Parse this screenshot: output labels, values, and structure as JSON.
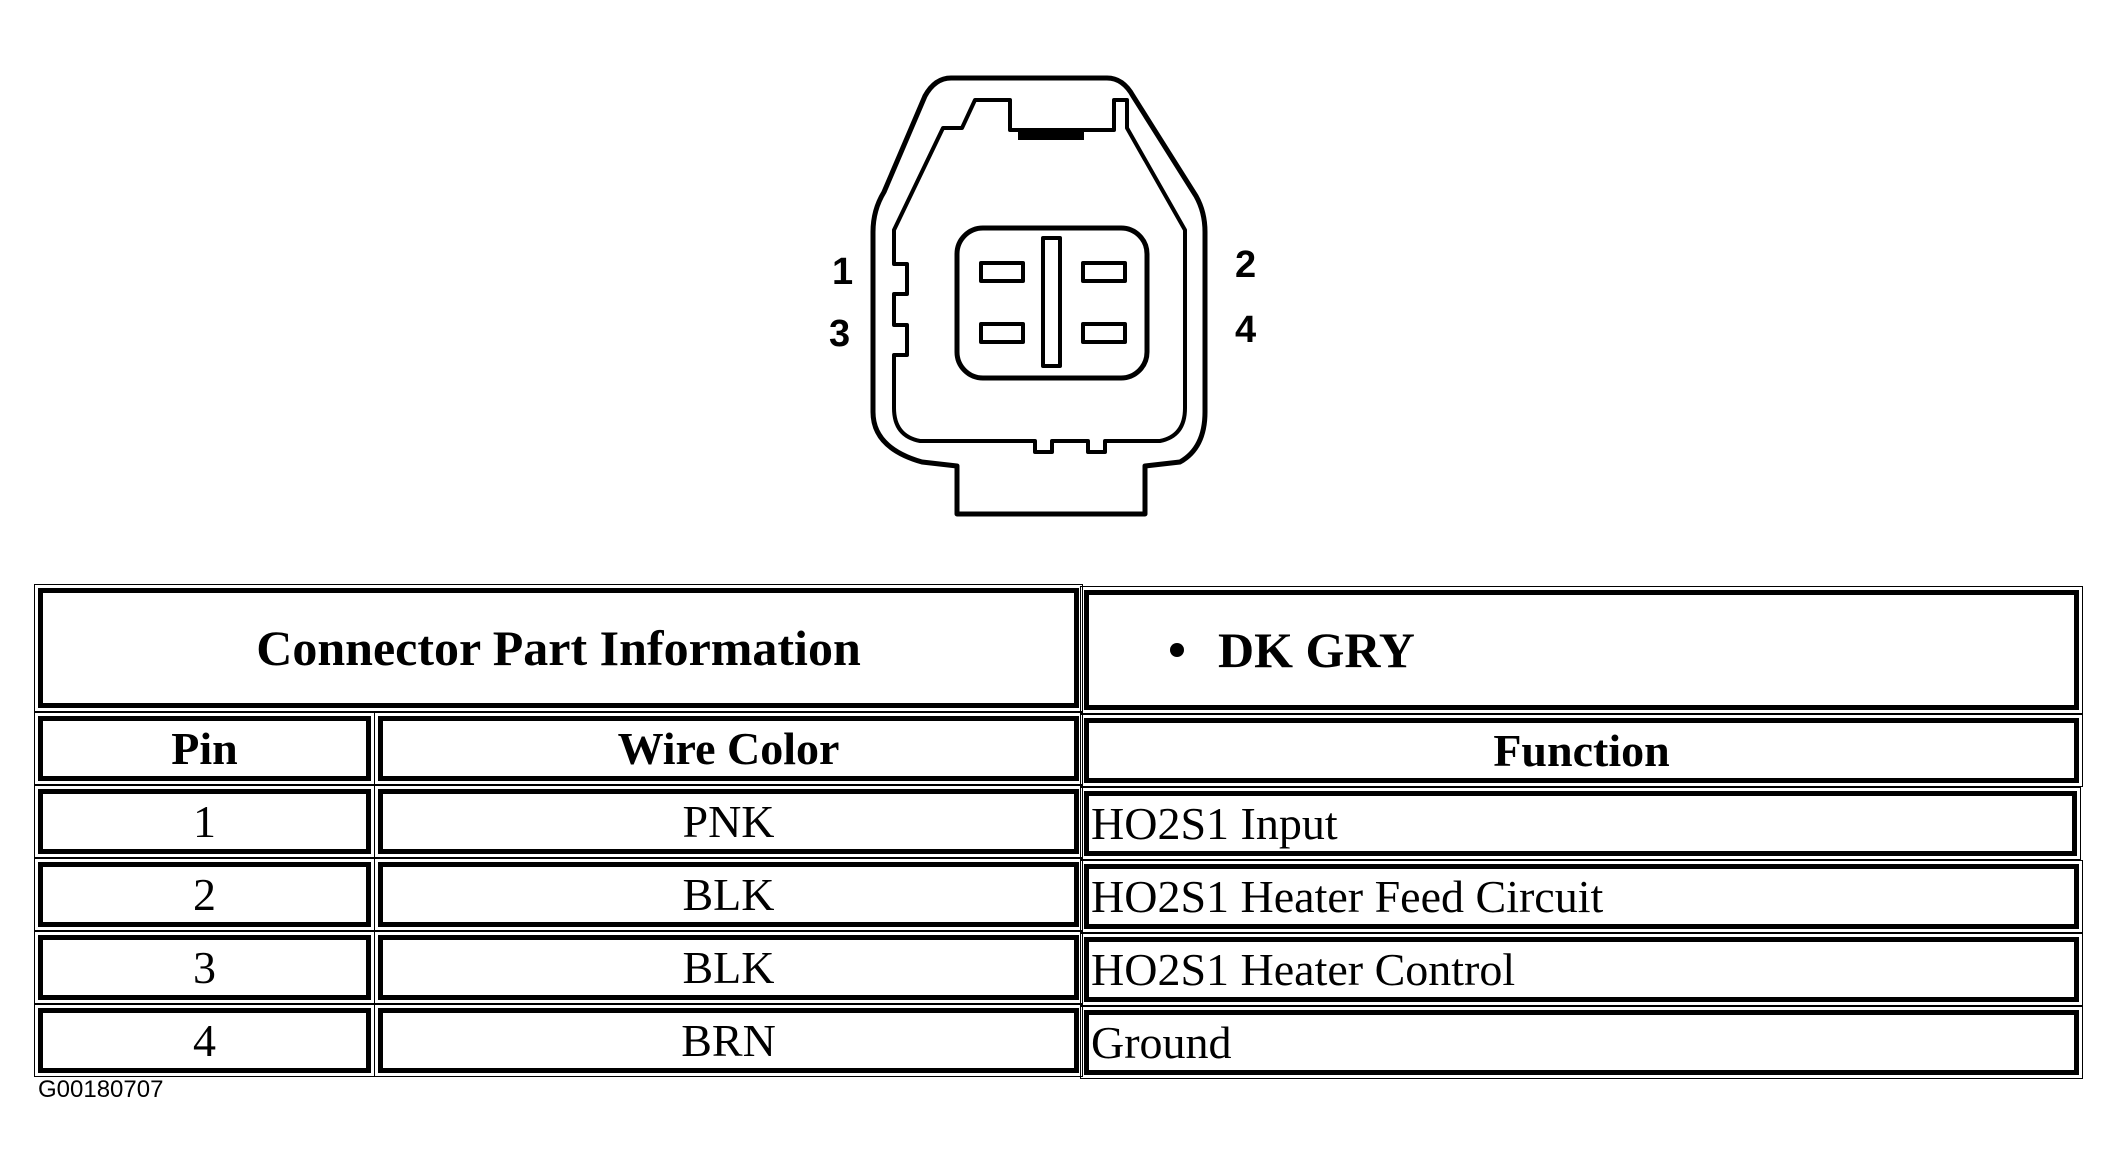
{
  "connector": {
    "pins": {
      "p1": "1",
      "p2": "2",
      "p3": "3",
      "p4": "4"
    }
  },
  "table": {
    "header_label": "Connector Part Information",
    "header_value": "DK GRY",
    "columns": {
      "pin": "Pin",
      "wire_color": "Wire Color",
      "function": "Function"
    },
    "rows": [
      {
        "pin": "1",
        "wire_color": "PNK",
        "function": "HO2S1 Input"
      },
      {
        "pin": "2",
        "wire_color": "BLK",
        "function": "HO2S1 Heater Feed Circuit"
      },
      {
        "pin": "3",
        "wire_color": "BLK",
        "function": "HO2S1 Heater Control"
      },
      {
        "pin": "4",
        "wire_color": "BRN",
        "function": "Ground"
      }
    ]
  },
  "figure_id": "G00180707"
}
